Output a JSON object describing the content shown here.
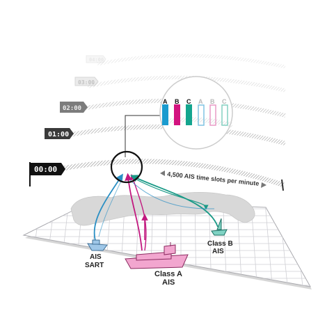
{
  "time_labels": [
    "00:00",
    "01:00",
    "02:00",
    "03:00",
    "04:00"
  ],
  "slots_caption": "4,500 AIS time slots per minute",
  "slot_letters": [
    "A",
    "B",
    "C",
    "A",
    "B",
    "C"
  ],
  "vessels": {
    "sart": {
      "line1": "AIS",
      "line2": "SART"
    },
    "class_a": {
      "line1": "Class A",
      "line2": "AIS"
    },
    "class_b": {
      "line1": "Class B",
      "line2": "AIS"
    }
  },
  "colors": {
    "slot_a": "#1a9bcf",
    "slot_b": "#d3137f",
    "slot_c": "#14a58e",
    "sart_signal": "#2a8fc4",
    "class_a_signal": "#c2187f",
    "class_b_signal": "#1a9a87",
    "hull_pink": "#f2a6cf",
    "hull_blue": "#9fc7e8",
    "hull_teal": "#7fd2c3",
    "land": "#d8d8d8",
    "grid": "#cfcfd4"
  }
}
